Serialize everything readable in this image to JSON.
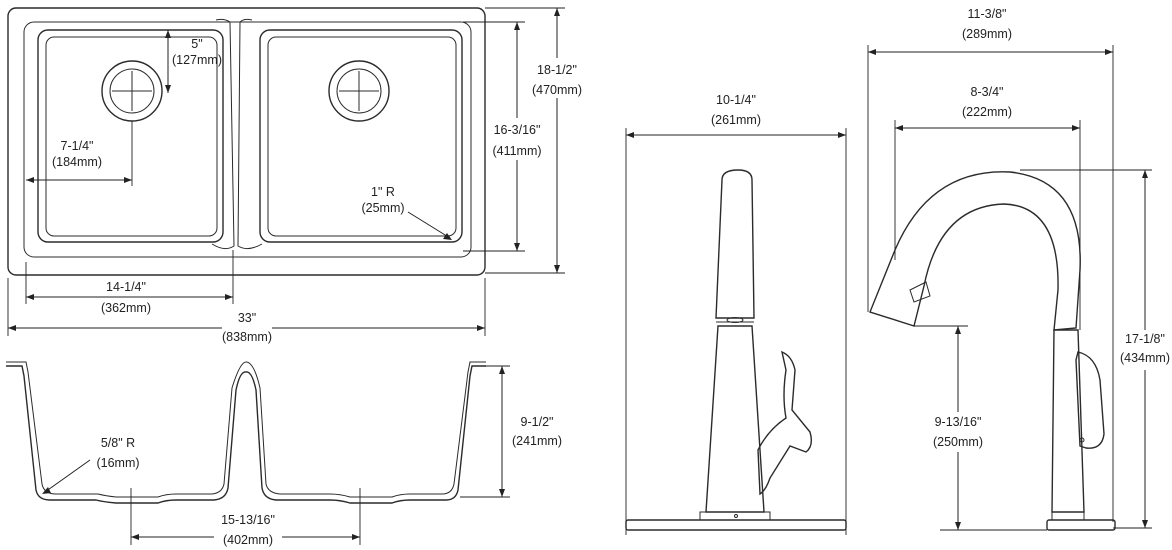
{
  "sink_top_view": {
    "drain_setback": {
      "imperial": "5\"",
      "metric": "(127mm)"
    },
    "drain_offset": {
      "imperial": "7-1/4\"",
      "metric": "(184mm)"
    },
    "corner_radius": {
      "imperial": "1\" R",
      "metric": "(25mm)"
    },
    "bowl_depth": {
      "imperial": "16-3/16\"",
      "metric": "(411mm)"
    },
    "overall_depth": {
      "imperial": "18-1/2\"",
      "metric": "(470mm)"
    },
    "bowl_width": {
      "imperial": "14-1/4\"",
      "metric": "(362mm)"
    },
    "overall_width": {
      "imperial": "33\"",
      "metric": "(838mm)"
    }
  },
  "sink_section_view": {
    "bottom_radius": {
      "imperial": "5/8\" R",
      "metric": "(16mm)"
    },
    "bowl_height": {
      "imperial": "9-1/2\"",
      "metric": "(241mm)"
    },
    "drain_spacing": {
      "imperial": "15-13/16\"",
      "metric": "(402mm)"
    }
  },
  "faucet_front_view": {
    "base_width": {
      "imperial": "10-1/4\"",
      "metric": "(261mm)"
    }
  },
  "faucet_side_view": {
    "overall_reach": {
      "imperial": "11-3/8\"",
      "metric": "(289mm)"
    },
    "spout_reach": {
      "imperial": "8-3/4\"",
      "metric": "(222mm)"
    },
    "overall_height": {
      "imperial": "17-1/8\"",
      "metric": "(434mm)"
    },
    "spout_height": {
      "imperial": "9-13/16\"",
      "metric": "(250mm)"
    }
  }
}
